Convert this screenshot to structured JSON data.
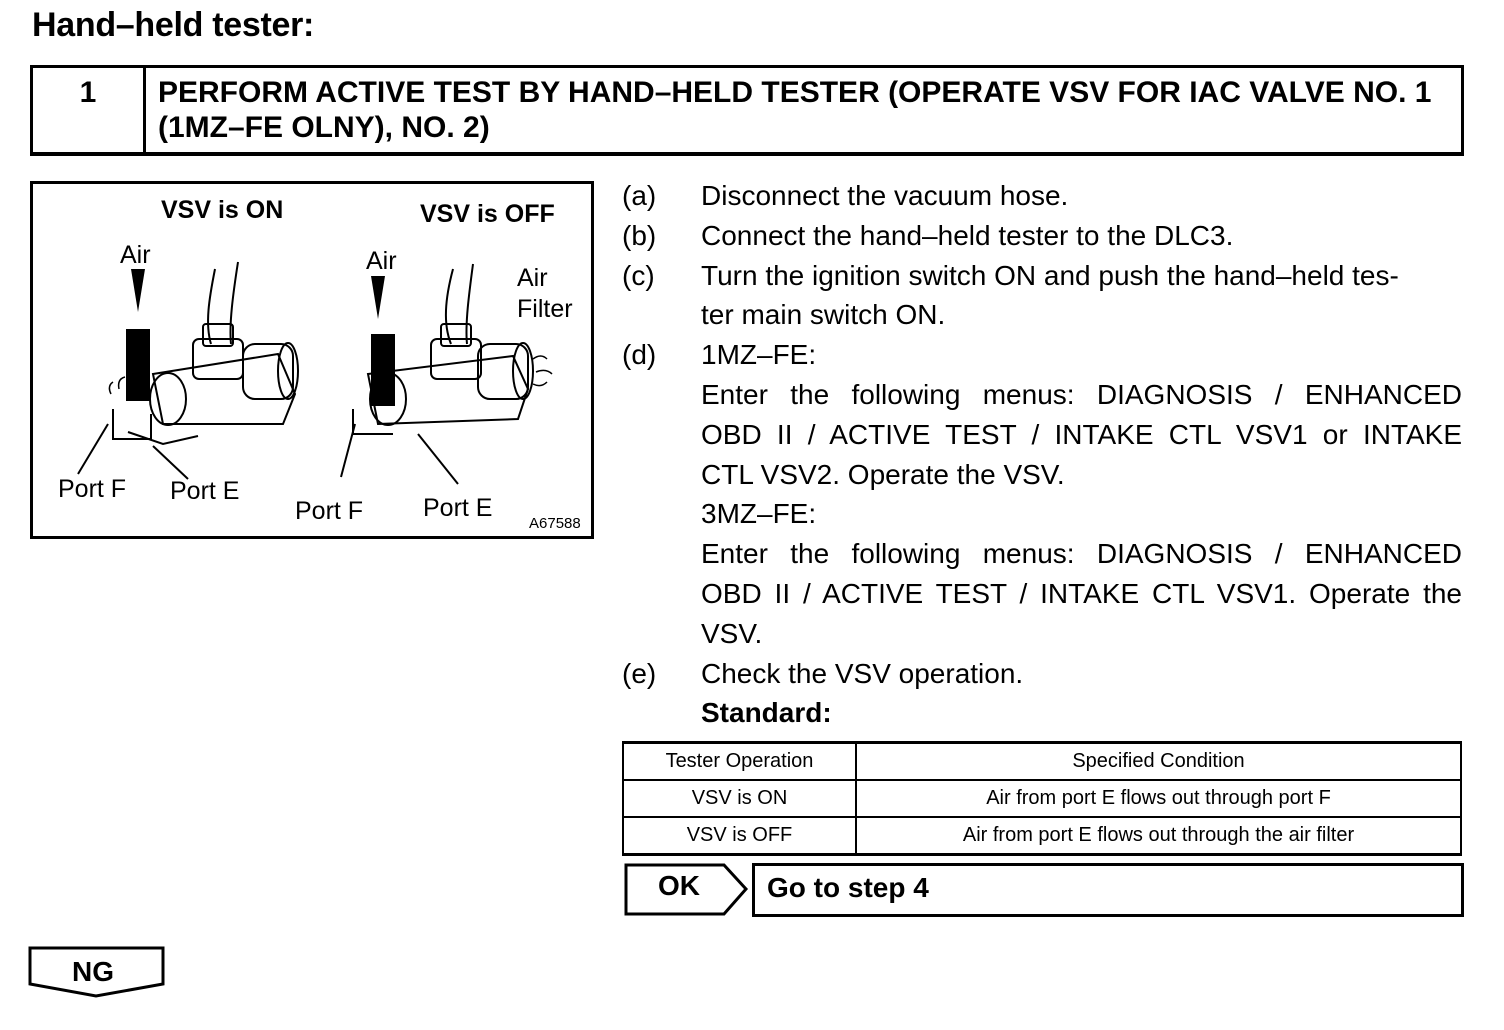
{
  "page_title": "Hand–held tester:",
  "step": {
    "number": "1",
    "title": "PERFORM ACTIVE TEST BY HAND–HELD TESTER (OPERATE VSV FOR IAC VALVE NO. 1 (1MZ–FE OLNY), NO. 2)"
  },
  "figure": {
    "on_title": "VSV is ON",
    "off_title": "VSV is OFF",
    "air_on": "Air",
    "air_off": "Air",
    "air_filter_1": "Air",
    "air_filter_2": "Filter",
    "port_f_on": "Port F",
    "port_e_on": "Port E",
    "port_f_off": "Port F",
    "port_e_off": "Port E",
    "code": "A67588"
  },
  "instructions": [
    {
      "key": "(a)",
      "lines": [
        "Disconnect the vacuum hose."
      ]
    },
    {
      "key": "(b)",
      "lines": [
        "Connect the hand–held tester to the DLC3."
      ]
    },
    {
      "key": "(c)",
      "lines": [
        "Turn the ignition switch ON and push the hand–held tes-",
        "ter main switch ON."
      ]
    },
    {
      "key": "(d)",
      "lines": [
        "1MZ–FE:",
        "Enter the following menus: DIAGNOSIS / ENHANCED",
        "OBD II / ACTIVE TEST / INTAKE CTL VSV1 or INTAKE",
        "CTL VSV2. Operate the VSV.",
        "3MZ–FE:",
        "Enter the following menus: DIAGNOSIS / ENHANCED",
        "OBD II / ACTIVE TEST / INTAKE CTL VSV1. Operate the",
        "VSV."
      ]
    },
    {
      "key": "(e)",
      "lines": [
        "Check the VSV operation."
      ]
    }
  ],
  "standard_label": "Standard:",
  "spec_table": {
    "headers": [
      "Tester Operation",
      "Specified Condition"
    ],
    "rows": [
      [
        "VSV is ON",
        "Air from port E flows out through port F"
      ],
      [
        "VSV is OFF",
        "Air from port E flows out through the air filter"
      ]
    ]
  },
  "ok": {
    "label": "OK",
    "action": "Go to step 4"
  },
  "ng": {
    "label": "NG"
  }
}
